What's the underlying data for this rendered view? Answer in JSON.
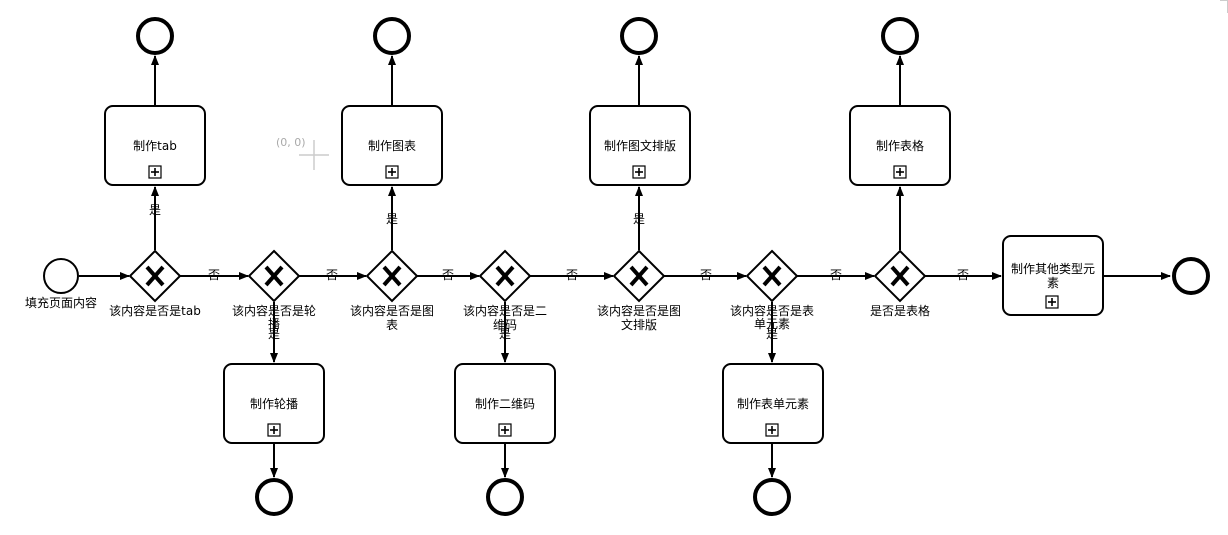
{
  "diagram": {
    "origin_marker": "(0, 0)",
    "start_event": {
      "label": "填充页面内容"
    },
    "gateways": [
      {
        "label": "该内容是否是tab",
        "label_line2": ""
      },
      {
        "label": "该内容是否是轮",
        "label_line2": "播"
      },
      {
        "label": "该内容是否是图",
        "label_line2": "表"
      },
      {
        "label": "该内容是否是二",
        "label_line2": "维码"
      },
      {
        "label": "该内容是否是图",
        "label_line2": "文排版"
      },
      {
        "label": "该内容是否是表",
        "label_line2": "单元素"
      },
      {
        "label": "是否是表格",
        "label_line2": ""
      }
    ],
    "tasks_top": [
      {
        "label": "制作tab"
      },
      {
        "label": "制作图表"
      },
      {
        "label": "制作图文排版"
      },
      {
        "label": "制作表格"
      }
    ],
    "tasks_bottom": [
      {
        "label": "制作轮播"
      },
      {
        "label": "制作二维码"
      },
      {
        "label": "制作表单元素"
      }
    ],
    "task_other": {
      "label": "制作其他类型元",
      "label_line2": "素"
    },
    "flow_labels": {
      "yes": "是",
      "no": "否"
    }
  }
}
